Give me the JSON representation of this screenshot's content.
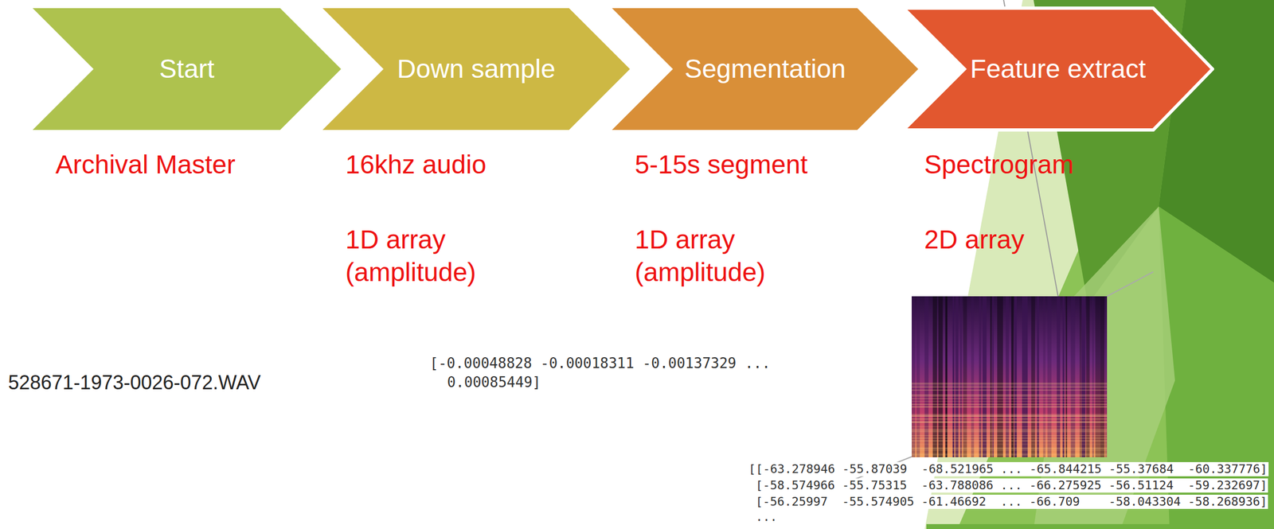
{
  "diagram": {
    "nodes": [
      {
        "text": [
          "Start"
        ]
      },
      {
        "text": [
          "Down sample"
        ]
      },
      {
        "text": [
          "Segmentation"
        ]
      },
      {
        "text": [
          "Feature extract"
        ]
      }
    ],
    "labels": [
      "Archival Master",
      "16khz audio",
      "1D array (amplitude)",
      "5-15s segment",
      "1D array (amplitude)",
      "Spectrogram",
      "2D array",
      "528671-1973-0026-072.WAV",
      "[-0.00048828 -0.00018311 -0.00137329 ...",
      "0.00085449]",
      "[[-63.278946 -55.87039  -68.521965 ... -65.844215 -55.37684  -60.337776]",
      "[-58.574966 -55.75315  -63.788086 ... -66.275925 -56.51124  -59.232697]",
      "[-56.25997  -55.574905 -61.46692  ... -66.709    -58.043304 -58.268936]",
      "..."
    ]
  }
}
